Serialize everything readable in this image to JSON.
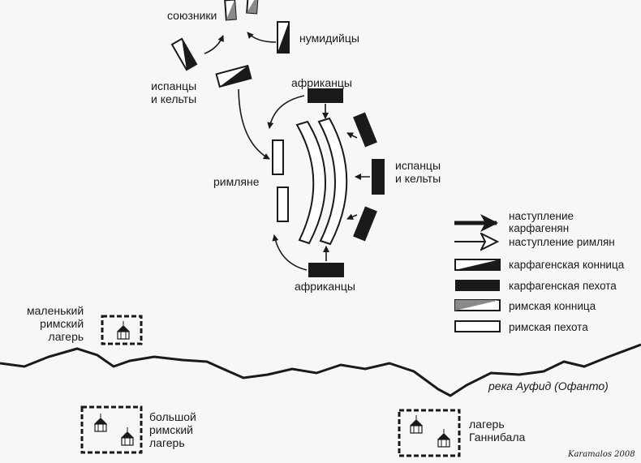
{
  "labels": {
    "allies": "союзники",
    "numidians": "нумидийцы",
    "iberians_celts_left": "испанцы\nи кельты",
    "africans_top": "африканцы",
    "romans": "римляне",
    "iberians_celts_right": "испанцы\nи кельты",
    "africans_bottom": "африканцы",
    "small_camp": "маленький\nримский\nлагерь",
    "big_camp": "большой\nримский\nлагерь",
    "hannibal_camp": "лагерь\nГаннибала",
    "river": "река Ауфид (Офанто)",
    "signature": "Karamalos 2008"
  },
  "legend": [
    {
      "key": "carthaginian_advance",
      "text": "наступление\nкарфагенян"
    },
    {
      "key": "roman_advance",
      "text": "наступление римлян"
    },
    {
      "key": "carthaginian_cavalry",
      "text": "карфагенская конница"
    },
    {
      "key": "carthaginian_infantry",
      "text": "карфагенская пехота"
    },
    {
      "key": "roman_cavalry",
      "text": "римская конница"
    },
    {
      "key": "roman_infantry",
      "text": "римская пехота"
    }
  ],
  "colors": {
    "ink": "#1a1a1a",
    "background": "#f7f7f5",
    "roman_gray": "#8a8a8a"
  }
}
